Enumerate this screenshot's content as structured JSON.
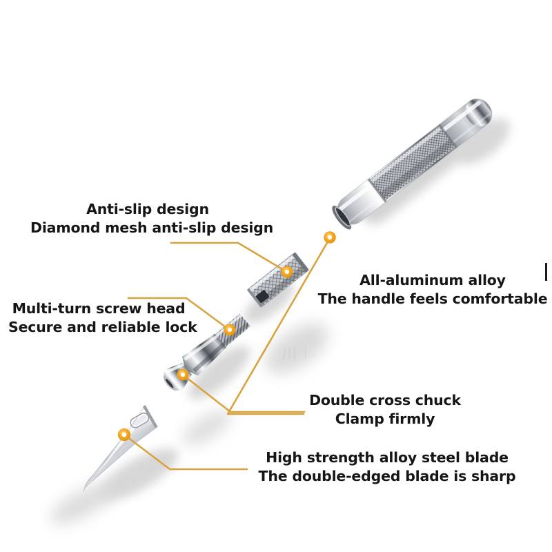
{
  "image": {
    "kind": "product-exploded-diagram",
    "subject": "Precision hobby craft knife / carving scalpel",
    "background_color": "#ffffff"
  },
  "style": {
    "leader_color": "#d9a23f",
    "dot_outer_color": "#f0a31e",
    "dot_inner_color": "#ffffff",
    "text_color": "#161616",
    "metal_light": "#f4f5f7",
    "metal_mid": "#b9bcc2",
    "metal_dark": "#4e5257",
    "shadow_color": "#9a9a9a"
  },
  "callouts": [
    {
      "id": "anti-slip",
      "lines": [
        "Anti-slip design",
        "Diamond mesh anti-slip design"
      ],
      "target_part": "knurled-ferrule"
    },
    {
      "id": "screw-head",
      "lines": [
        "Multi-turn screw head",
        "Secure and reliable lock"
      ],
      "target_part": "threaded-screw-head"
    },
    {
      "id": "aluminum-handle",
      "lines": [
        "All-aluminum alloy",
        "The handle feels comfortable"
      ],
      "target_part": "aluminum-handle"
    },
    {
      "id": "cross-chuck",
      "lines": [
        "Double cross chuck",
        "Clamp firmly"
      ],
      "target_part": "collet-chuck"
    },
    {
      "id": "steel-blade",
      "lines": [
        "High strength alloy steel blade",
        "The double-edged blade is sharp"
      ],
      "target_part": "blade"
    }
  ],
  "parts": [
    {
      "id": "aluminum-handle",
      "name": "All-aluminum alloy handle with knurled grip"
    },
    {
      "id": "knurled-ferrule",
      "name": "Diamond mesh anti-slip ferrule"
    },
    {
      "id": "threaded-screw-head",
      "name": "Multi-turn threaded screw head"
    },
    {
      "id": "collet-chuck",
      "name": "Double cross collet chuck"
    },
    {
      "id": "blade",
      "name": "High strength alloy steel double-edged blade"
    }
  ]
}
